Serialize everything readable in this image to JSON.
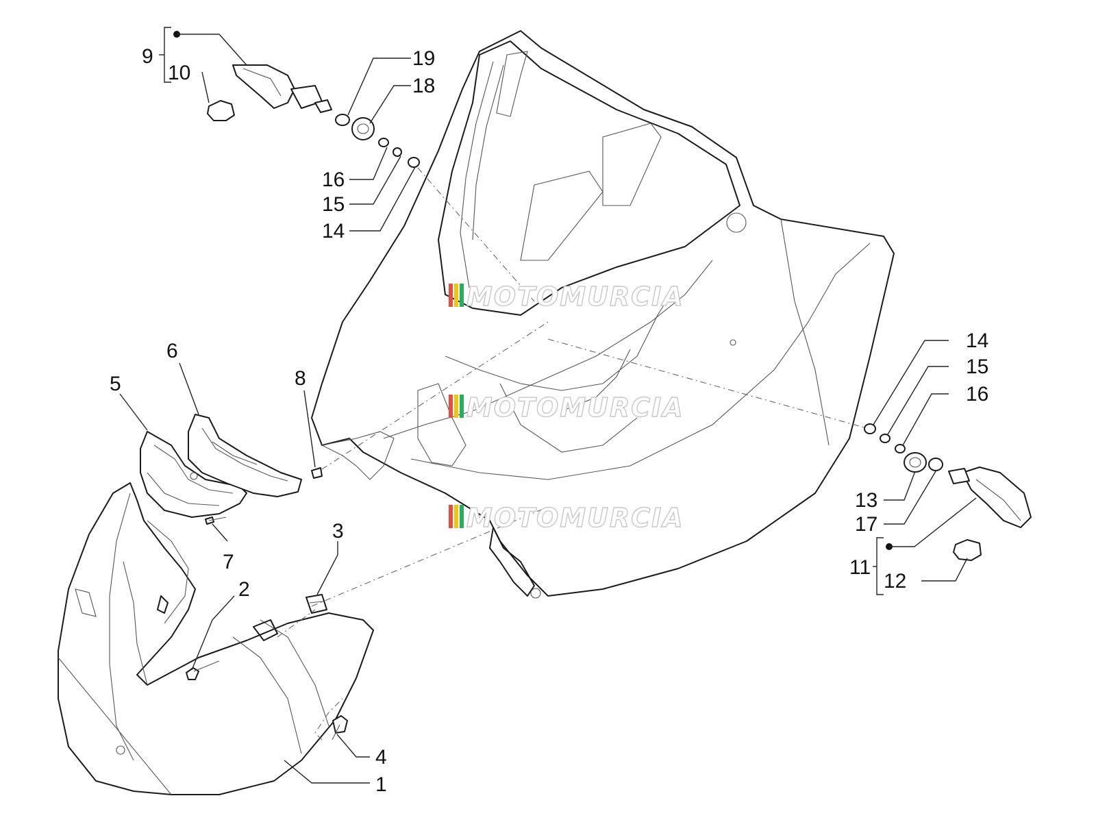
{
  "callouts": [
    {
      "id": "1",
      "label": "1"
    },
    {
      "id": "2",
      "label": "2"
    },
    {
      "id": "3",
      "label": "3"
    },
    {
      "id": "4",
      "label": "4"
    },
    {
      "id": "5",
      "label": "5"
    },
    {
      "id": "6",
      "label": "6"
    },
    {
      "id": "7",
      "label": "7"
    },
    {
      "id": "8",
      "label": "8"
    },
    {
      "id": "9",
      "label": "9"
    },
    {
      "id": "10",
      "label": "10"
    },
    {
      "id": "11",
      "label": "11"
    },
    {
      "id": "12",
      "label": "12"
    },
    {
      "id": "13",
      "label": "13"
    },
    {
      "id": "14a",
      "label": "14"
    },
    {
      "id": "15a",
      "label": "15"
    },
    {
      "id": "16a",
      "label": "16"
    },
    {
      "id": "14b",
      "label": "14"
    },
    {
      "id": "15b",
      "label": "15"
    },
    {
      "id": "16b",
      "label": "16"
    },
    {
      "id": "17",
      "label": "17"
    },
    {
      "id": "18",
      "label": "18"
    },
    {
      "id": "19",
      "label": "19"
    }
  ],
  "watermark": {
    "text": "MOTOMURCIA",
    "stripe_colors": [
      "#e74c3c",
      "#f1c40f",
      "#27ae60"
    ]
  }
}
